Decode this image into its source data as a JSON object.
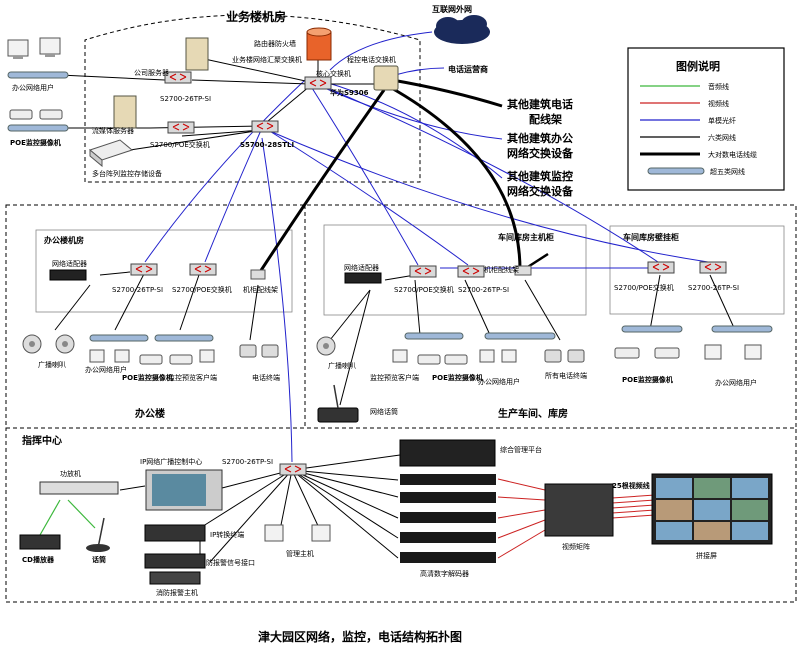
{
  "title": "津大园区网络，监控，电话结构拓扑图",
  "colors": {
    "audio": "#3cb83c",
    "video": "#cc2222",
    "fiber": "#2222cc",
    "cat6": "#000000",
    "trunk": "#000000",
    "cat5": "#9fb8d8"
  },
  "sections": {
    "business_room": "业务楼机房",
    "office_building": "办公楼",
    "office_room": "办公楼机房",
    "workshop": "生产车间、库房",
    "workshop_main": "车间库房主机柜",
    "workshop_wall": "车间库房壁挂柜",
    "command": "指挥中心"
  },
  "legend": {
    "title": "图例说明",
    "items": [
      {
        "label": "音频线",
        "color": "#3cb83c",
        "style": "thin"
      },
      {
        "label": "视频线",
        "color": "#cc2222",
        "style": "thin"
      },
      {
        "label": "单模光纤",
        "color": "#2222cc",
        "style": "thin"
      },
      {
        "label": "六类网线",
        "color": "#000000",
        "style": "thin"
      },
      {
        "label": "大对数电话线缆",
        "color": "#000000",
        "style": "thick"
      },
      {
        "label": "超五类网线",
        "color": "#9fb8d8",
        "style": "bar"
      }
    ]
  },
  "labels": {
    "internet": "互联网外网",
    "telecom": "电话运营商",
    "firewall": "路由器防火墙",
    "core_switch": "核心交换机",
    "pbx": "程控电话交换机",
    "huawei": "华为S9306",
    "office_lan_sw": "业务楼网络汇聚交换机",
    "company_server": "公司服务器",
    "s2700_tp_si": "S2700-26TP-SI",
    "office_users": "办公网络用户",
    "streaming": "流媒体服务器",
    "s2700_poe": "S2700/POE交换机",
    "s5700": "S5700-28STLI",
    "poe_cam": "POE监控摄像机",
    "storage": "多台阵列监控存储设备",
    "ext_phone": "其他建筑电话\n配线架",
    "ext_office": "其他建筑办公\n网络交换设备",
    "ext_monitor": "其他建筑监控\n网络交换设备",
    "net_adapter": "网络适配器",
    "cabinet_frame": "机柜配线架",
    "speaker": "广播喇叭",
    "preview_client": "监控预览客户端",
    "phone_terminal": "电话终端",
    "all_phones": "所有电话终端",
    "net_talk": "网络话筒",
    "ip_broadcast": "IP网络广播控制中心",
    "amp": "功放机",
    "cd_player": "CD播放器",
    "mic": "话筒",
    "ip_terminal": "IP转换终端",
    "alarm_port": "防报警信号接口",
    "fire_host": "消防报警主机",
    "mgmt_host": "管理主机",
    "mgmt_platform": "综合管理平台",
    "decoder": "高清数字解码器",
    "video_matrix": "视频矩阵",
    "video_wall": "拼接屏",
    "video_lines": "25根视频线"
  }
}
